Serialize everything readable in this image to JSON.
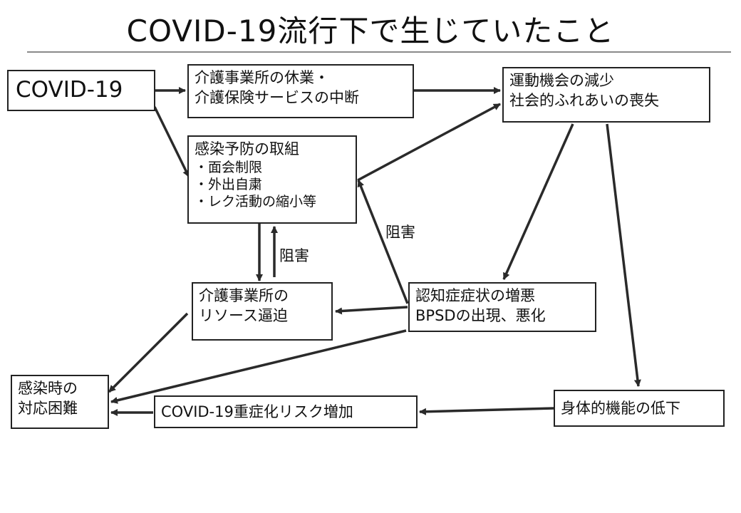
{
  "title": "COVID-19流行下で生じていたこと",
  "nodes": {
    "covid": "COVID-19",
    "suspension": [
      "介護事業所の休業・",
      "介護保険サービスの中断"
    ],
    "prevention": {
      "heading": "感染予防の取組",
      "items": [
        "・面会制限",
        "・外出自粛",
        "・レク活動の縮小等"
      ]
    },
    "exercise": [
      "運動機会の減少",
      "社会的ふれあいの喪失"
    ],
    "resources": [
      "介護事業所の",
      "リソース逼迫"
    ],
    "dementia": [
      "認知症症状の増悪",
      "BPSDの出現、悪化"
    ],
    "infection": [
      "感染時の",
      "対応困難"
    ],
    "severity": "COVID-19重症化リスク増加",
    "physical": "身体的機能の低下"
  },
  "labels": {
    "hinder_1": "阻害",
    "hinder_2": "阻害"
  }
}
